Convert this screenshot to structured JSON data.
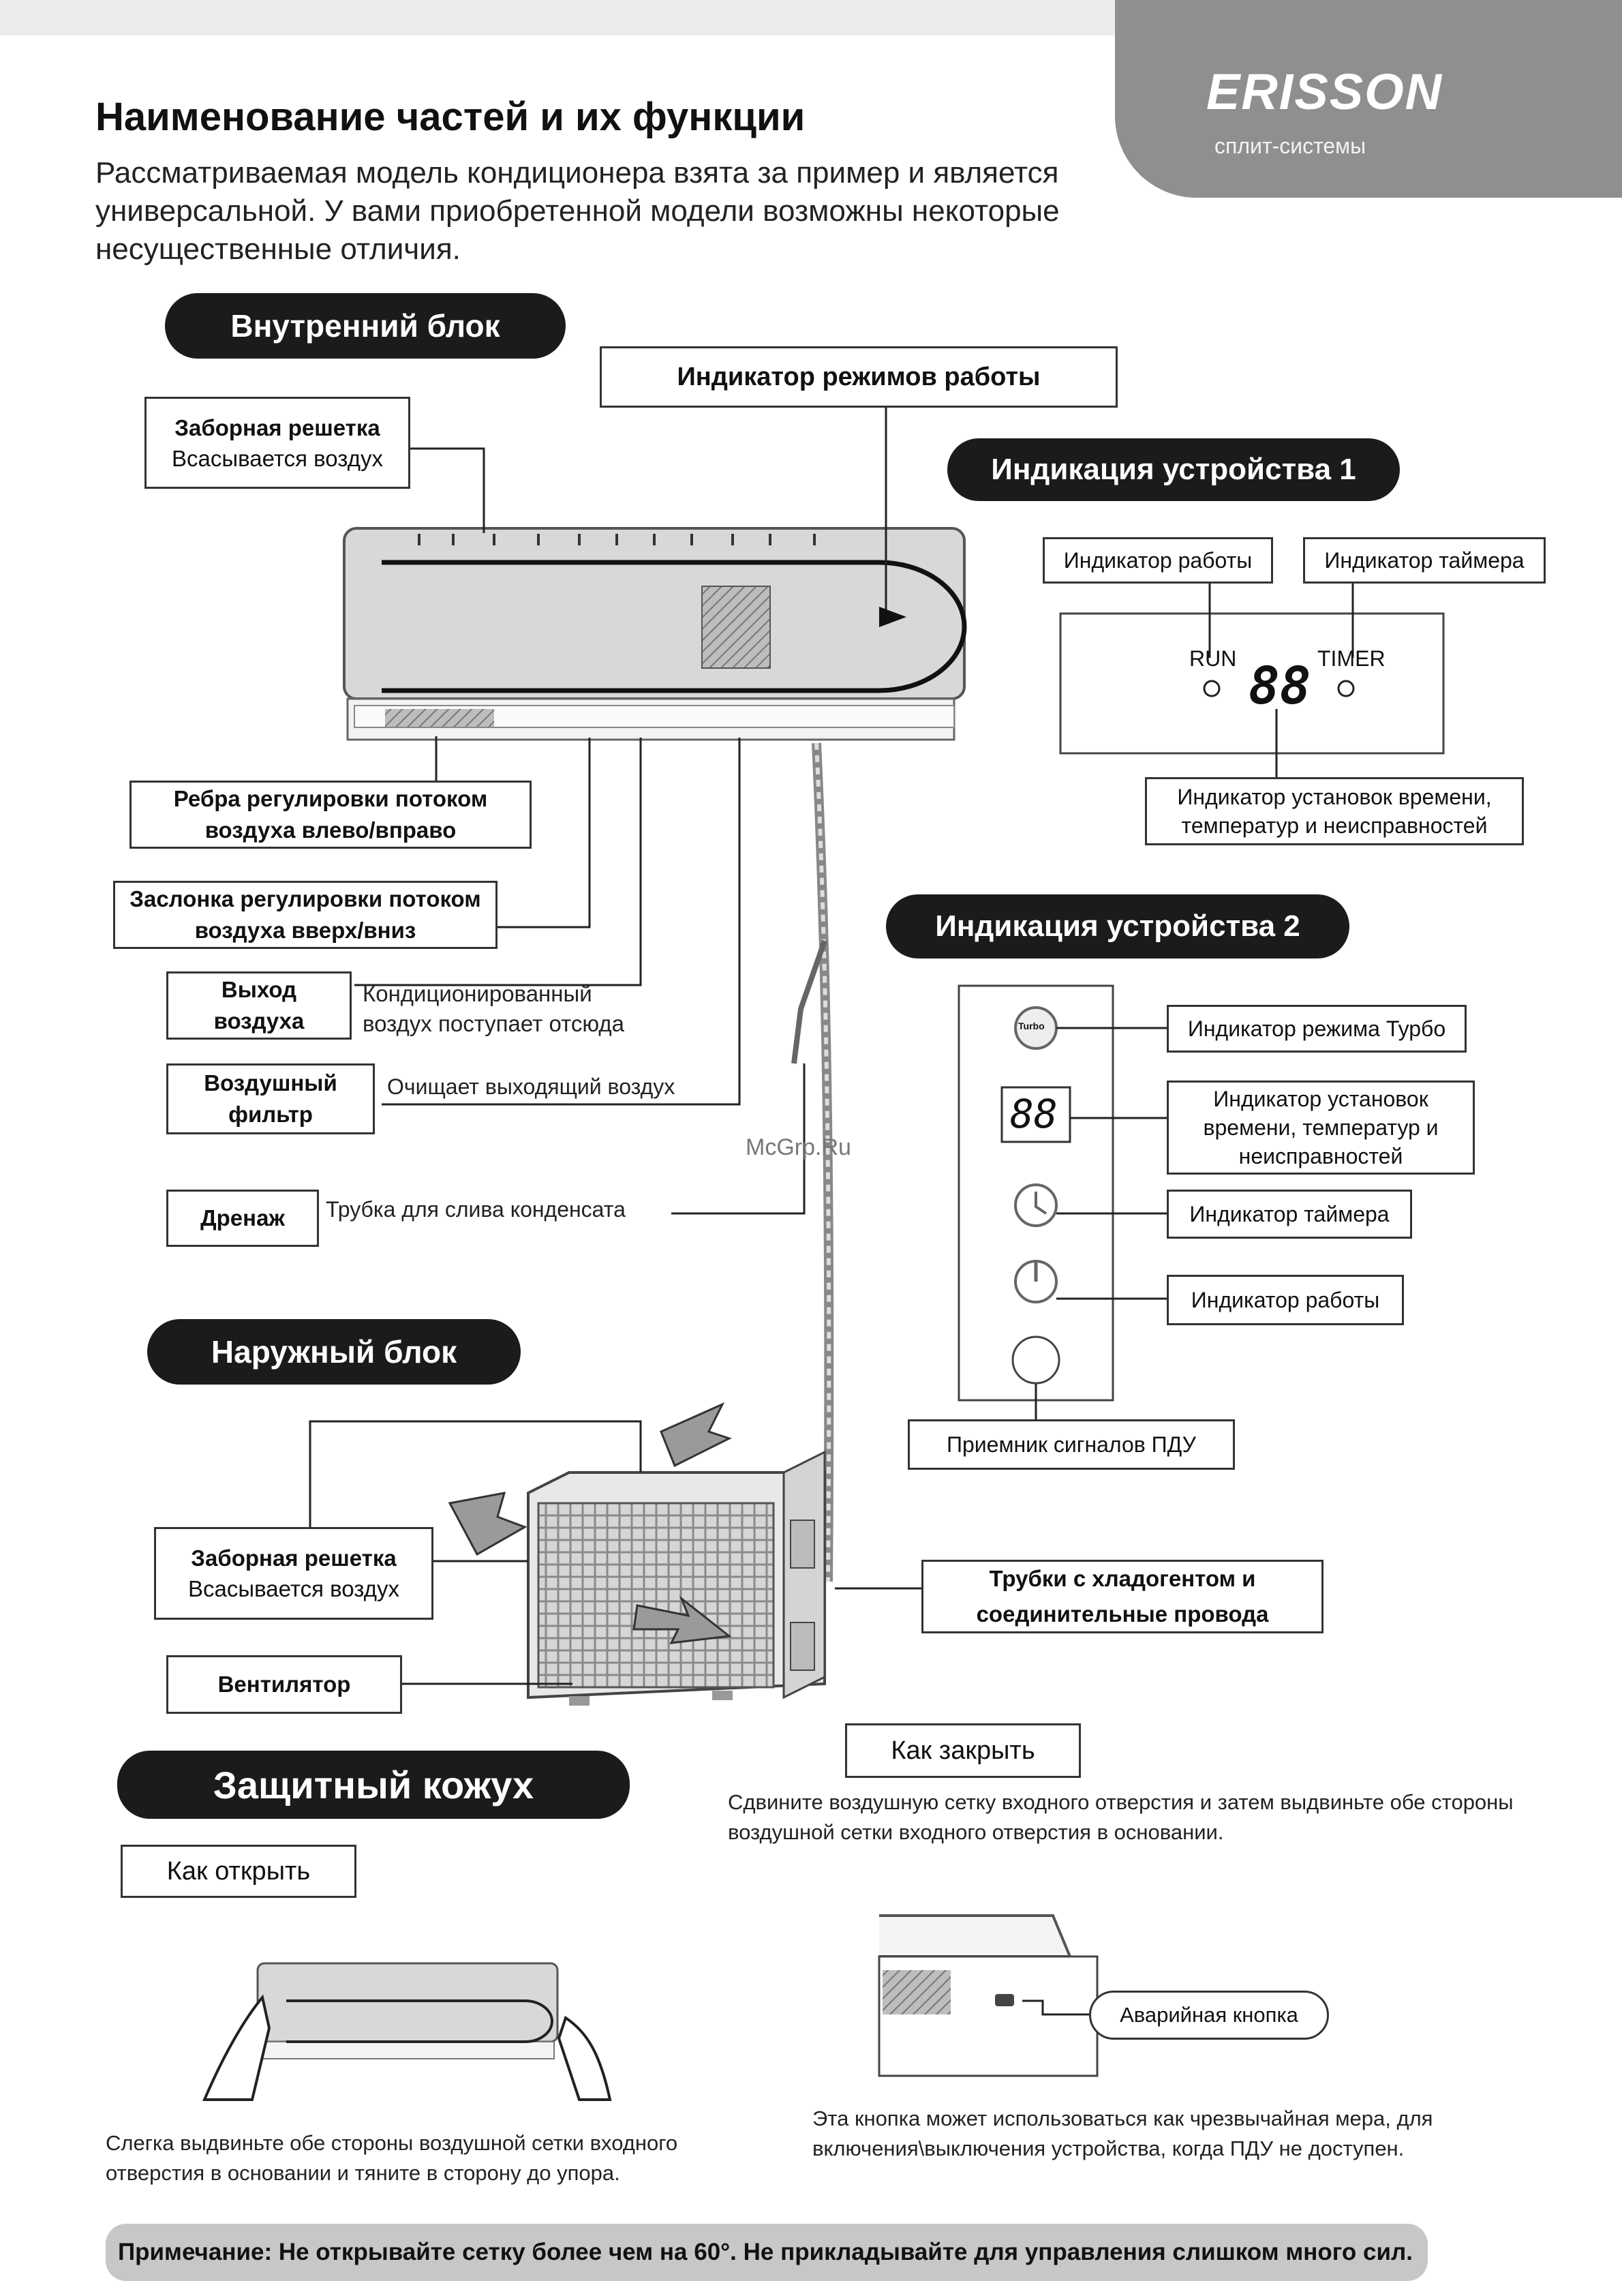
{
  "brand": {
    "name": "ERISSON",
    "subtitle": "сплит-системы"
  },
  "title": "Наименование частей и их функции",
  "intro": "Рассматриваемая модель кондиционера взята за пример и является универсальной. У вами приобретенной модели возможны некоторые несущественные отличия.",
  "indoor": {
    "heading": "Внутренний блок",
    "mode_indicator": "Индикатор режимов работы",
    "intake_grille": {
      "title": "Заборная решетка",
      "desc": "Всасывается воздух"
    },
    "lr_louvers": "Ребра регулировки потоком воздуха влево/вправо",
    "ud_flap": "Заслонка регулировки потоком воздуха вверх/вниз",
    "air_outlet": {
      "title": "Выход воздуха",
      "desc": "Кондиционированный воздух поступает отсюда"
    },
    "air_filter": {
      "title": "Воздушный фильтр",
      "desc": "Очищает выходящий воздух"
    },
    "drain": {
      "title": "Дренаж",
      "desc": "Трубка для слива конденсата"
    }
  },
  "display1": {
    "heading": "Индикация устройства 1",
    "run_indicator": "Индикатор работы",
    "timer_indicator": "Индикатор таймера",
    "run_text": "RUN",
    "timer_text": "TIMER",
    "digits": "88",
    "info_indicator": "Индикатор установок времени, температур и неисправностей"
  },
  "display2": {
    "heading": "Индикация устройства 2",
    "turbo": "Индикатор режима Турбо",
    "turbo_icon_text": "Turbo",
    "digits": "88",
    "info": "Индикатор установок времени, температур и неисправностей",
    "timer": "Индикатор таймера",
    "run": "Индикатор работы",
    "receiver": "Приемник сигналов ПДУ"
  },
  "outdoor": {
    "heading": "Наружный блок",
    "intake_grille": {
      "title": "Заборная решетка",
      "desc": "Всасывается воздух"
    },
    "fan": "Вентилятор",
    "pipes": "Трубки с хладогентом и соединительные провода"
  },
  "cover": {
    "heading": "Защитный кожух",
    "open_label": "Как открыть",
    "open_text": "Слегка выдвиньте обе стороны воздушной сетки входного отверстия в основании и тяните в сторону до упора.",
    "close_label": "Как закрыть",
    "close_text": "Сдвините воздушную сетку входного отверстия и затем выдвиньте обе стороны воздушной сетки входного отверстия в основании.",
    "emergency_button": "Аварийная кнопка",
    "emergency_text": "Эта кнопка может использоваться как чрезвычайная мера, для включения\\выключения устройства, когда ПДУ не доступен."
  },
  "note": "Примечание: Не открывайте сетку более чем на 60°. Не прикладывайте для управления слишком много сил.",
  "watermark": "McGrp.Ru"
}
